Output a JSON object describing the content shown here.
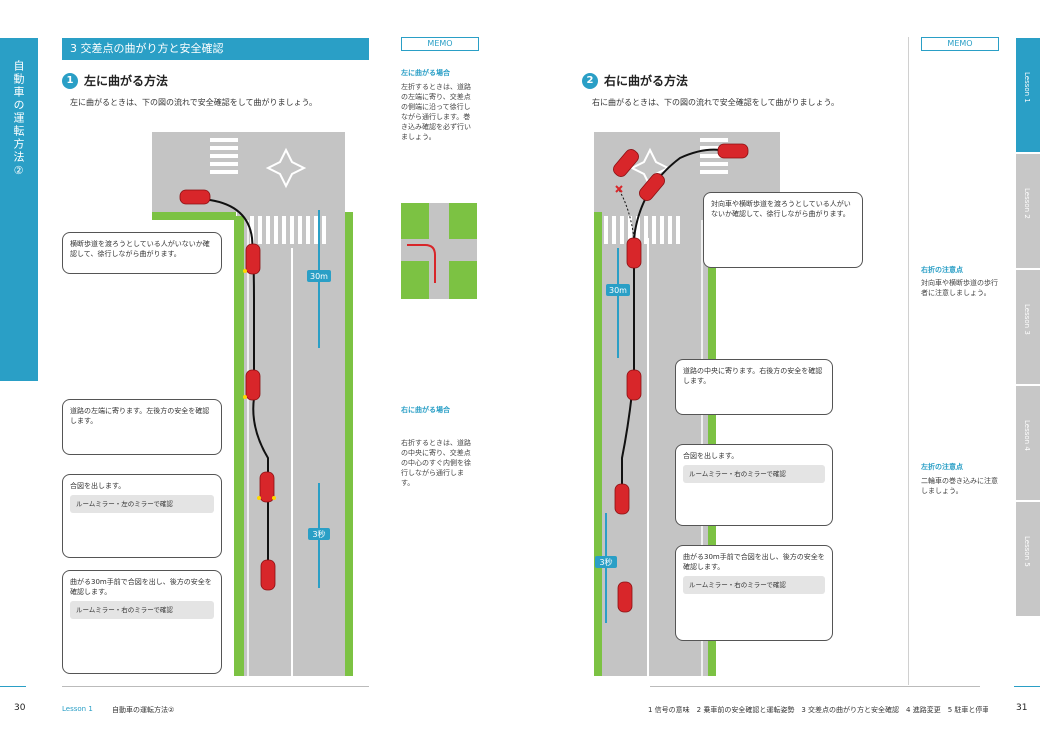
{
  "left_side_tab": "自動車の運転方法②",
  "section_header": "3 交差点の曲がり方と安全確認",
  "left_heading": {
    "num": "1",
    "title": "左に曲がる方法"
  },
  "left_lead": "左に曲がるときは、下の図の流れで安全確認をして曲がりましょう。",
  "right_heading": {
    "num": "2",
    "title": "右に曲がる方法"
  },
  "right_lead": "右に曲がるときは、下の図の流れで安全確認をして曲がりましょう。",
  "memo_label": "MEMO",
  "memo_left": {
    "title1": "左に曲がる場合",
    "text1": "左折するときは、道路の左端に寄り、交差点の側端に沿って徐行しながら通行します。巻き込み確認を必ず行いましょう。",
    "title2": "右に曲がる場合",
    "text2": "右折するときは、道路の中央に寄り、交差点の中心のすぐ内側を徐行しながら通行します。"
  },
  "memo_right": {
    "title1": "右折の注意点",
    "text1": "対向車や横断歩道の歩行者に注意しましょう。",
    "title2": "左折の注意点",
    "text2": "二輪車の巻き込みに注意しましょう。"
  },
  "left_callouts": [
    {
      "text": "横断歩道を渡ろうとしている人がいないか確認して、徐行しながら曲がります。"
    },
    {
      "text": "道路の左端に寄ります。左後方の安全を確認します。"
    },
    {
      "text": "合図を出します。",
      "grey": "ルームミラー・左のミラーで確認"
    },
    {
      "text": "曲がる30m手前で合図を出し、後方の安全を確認します。",
      "grey": "ルームミラー・右のミラーで確認"
    }
  ],
  "right_callouts": [
    {
      "text": "対向車や横断歩道を渡ろうとしている人がいないか確認して、徐行しながら曲がります。"
    },
    {
      "text": "道路の中央に寄ります。右後方の安全を確認します。"
    },
    {
      "text": "合図を出します。",
      "grey": "ルームミラー・右のミラーで確認"
    },
    {
      "text": "曲がる30m手前で合図を出し、後方の安全を確認します。",
      "grey": "ルームミラー・右のミラーで確認"
    }
  ],
  "distance_30m": "30m",
  "distance_3s": "3秒",
  "right_tabs": [
    "Lesson 1",
    "Lesson 2",
    "Lesson 3",
    "Lesson 4",
    "Lesson 5"
  ],
  "footer_left": {
    "page": "30",
    "lesson": "Lesson 1",
    "title": "自動車の運転方法②"
  },
  "footer_right": {
    "page": "31",
    "index": "1 信号の意味　2 乗車前の安全確認と運転姿勢　3 交差点の曲がり方と安全確認　4 進路変更　5 駐車と停車"
  },
  "colors": {
    "accent": "#2a9fc6",
    "road": "#c4c4c4",
    "grass": "#7cc243",
    "car": "#d8262a"
  }
}
